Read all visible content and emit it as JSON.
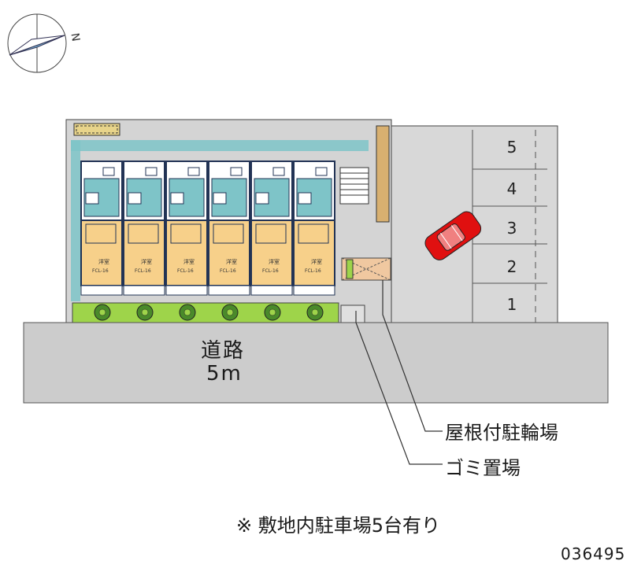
{
  "compass": {
    "north_label": "N",
    "icon": "compass-icon"
  },
  "road": {
    "name": "道路",
    "width": "5m"
  },
  "parking": {
    "slots": [
      "5",
      "4",
      "3",
      "2",
      "1"
    ],
    "car_color": "#e01010"
  },
  "facilities": {
    "bicycle_parking": "屋根付駐輪場",
    "trash_area": "ゴミ置場"
  },
  "rooms": {
    "count": 6,
    "label_main": "洋室",
    "label_sub": "FCL-16"
  },
  "note": "※ 敷地内駐車場5台有り",
  "property_code": "036495",
  "colors": {
    "road": "#cccccc",
    "site": "#d4d4d4",
    "room_floor": "#f7d08a",
    "wall": "#223355",
    "green": "#9ed44a",
    "teal": "#7ec4c8",
    "car": "#e01010"
  }
}
